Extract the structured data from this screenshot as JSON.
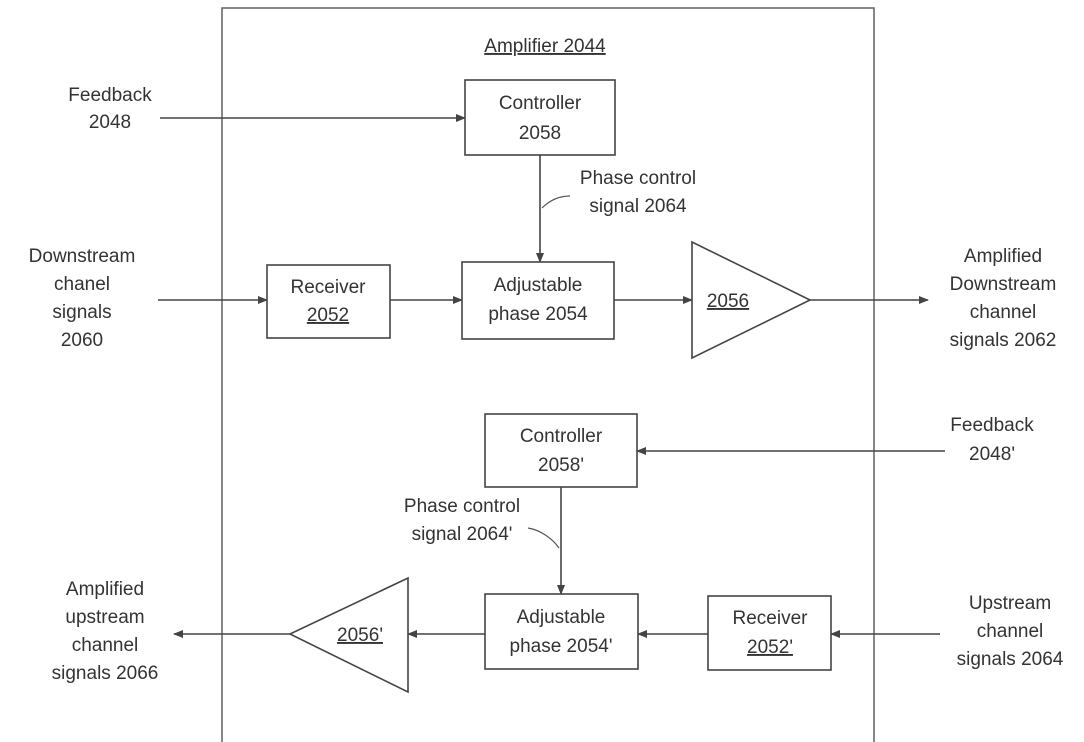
{
  "amplifier_label": "Amplifier 2044",
  "downstream": {
    "feedback": [
      "Feedback",
      "2048"
    ],
    "controller": [
      "Controller",
      "2058"
    ],
    "phase_control": [
      "Phase control",
      "signal 2064"
    ],
    "input_signals": [
      "Downstream",
      "chanel",
      "signals",
      "2060"
    ],
    "receiver": [
      "Receiver",
      "2052"
    ],
    "adjustable_phase": [
      "Adjustable",
      "phase 2054"
    ],
    "amplifier": "2056",
    "output_signals": [
      "Amplified",
      "Downstream",
      "channel",
      "signals 2062"
    ]
  },
  "upstream": {
    "controller": [
      "Controller",
      "2058'"
    ],
    "feedback": [
      "Feedback",
      "2048'"
    ],
    "phase_control": [
      "Phase control",
      "signal 2064'"
    ],
    "output_signals": [
      "Amplified",
      "upstream",
      "channel",
      "signals 2066"
    ],
    "amplifier": "2056'",
    "adjustable_phase": [
      "Adjustable",
      "phase 2054'"
    ],
    "receiver": [
      "Receiver",
      "2052'"
    ],
    "input_signals": [
      "Upstream",
      "channel",
      "signals 2064"
    ]
  }
}
